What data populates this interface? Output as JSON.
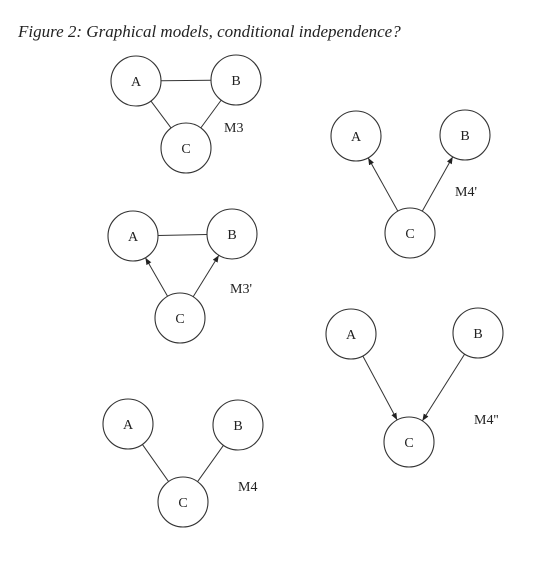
{
  "caption": "Figure 2: Graphical models, conditional independence?",
  "models": [
    {
      "id": "m3",
      "label": "M3",
      "nodes": [
        {
          "id": "A",
          "label": "A"
        },
        {
          "id": "B",
          "label": "B"
        },
        {
          "id": "C",
          "label": "C"
        }
      ],
      "edges": [
        {
          "from": "A",
          "to": "B",
          "directed": false
        },
        {
          "from": "A",
          "to": "C",
          "directed": false
        },
        {
          "from": "B",
          "to": "C",
          "directed": false
        }
      ]
    },
    {
      "id": "m3p",
      "label": "M3'",
      "nodes": [
        {
          "id": "A",
          "label": "A"
        },
        {
          "id": "B",
          "label": "B"
        },
        {
          "id": "C",
          "label": "C"
        }
      ],
      "edges": [
        {
          "from": "A",
          "to": "B",
          "directed": false
        },
        {
          "from": "C",
          "to": "A",
          "directed": true
        },
        {
          "from": "C",
          "to": "B",
          "directed": true
        }
      ]
    },
    {
      "id": "m4",
      "label": "M4",
      "nodes": [
        {
          "id": "A",
          "label": "A"
        },
        {
          "id": "B",
          "label": "B"
        },
        {
          "id": "C",
          "label": "C"
        }
      ],
      "edges": [
        {
          "from": "A",
          "to": "C",
          "directed": false
        },
        {
          "from": "B",
          "to": "C",
          "directed": false
        }
      ]
    },
    {
      "id": "m4p",
      "label": "M4'",
      "nodes": [
        {
          "id": "A",
          "label": "A"
        },
        {
          "id": "B",
          "label": "B"
        },
        {
          "id": "C",
          "label": "C"
        }
      ],
      "edges": [
        {
          "from": "C",
          "to": "A",
          "directed": true
        },
        {
          "from": "C",
          "to": "B",
          "directed": true
        }
      ]
    },
    {
      "id": "m4pp",
      "label": "M4''",
      "nodes": [
        {
          "id": "A",
          "label": "A"
        },
        {
          "id": "B",
          "label": "B"
        },
        {
          "id": "C",
          "label": "C"
        }
      ],
      "edges": [
        {
          "from": "A",
          "to": "C",
          "directed": true
        },
        {
          "from": "B",
          "to": "C",
          "directed": true
        }
      ]
    }
  ]
}
